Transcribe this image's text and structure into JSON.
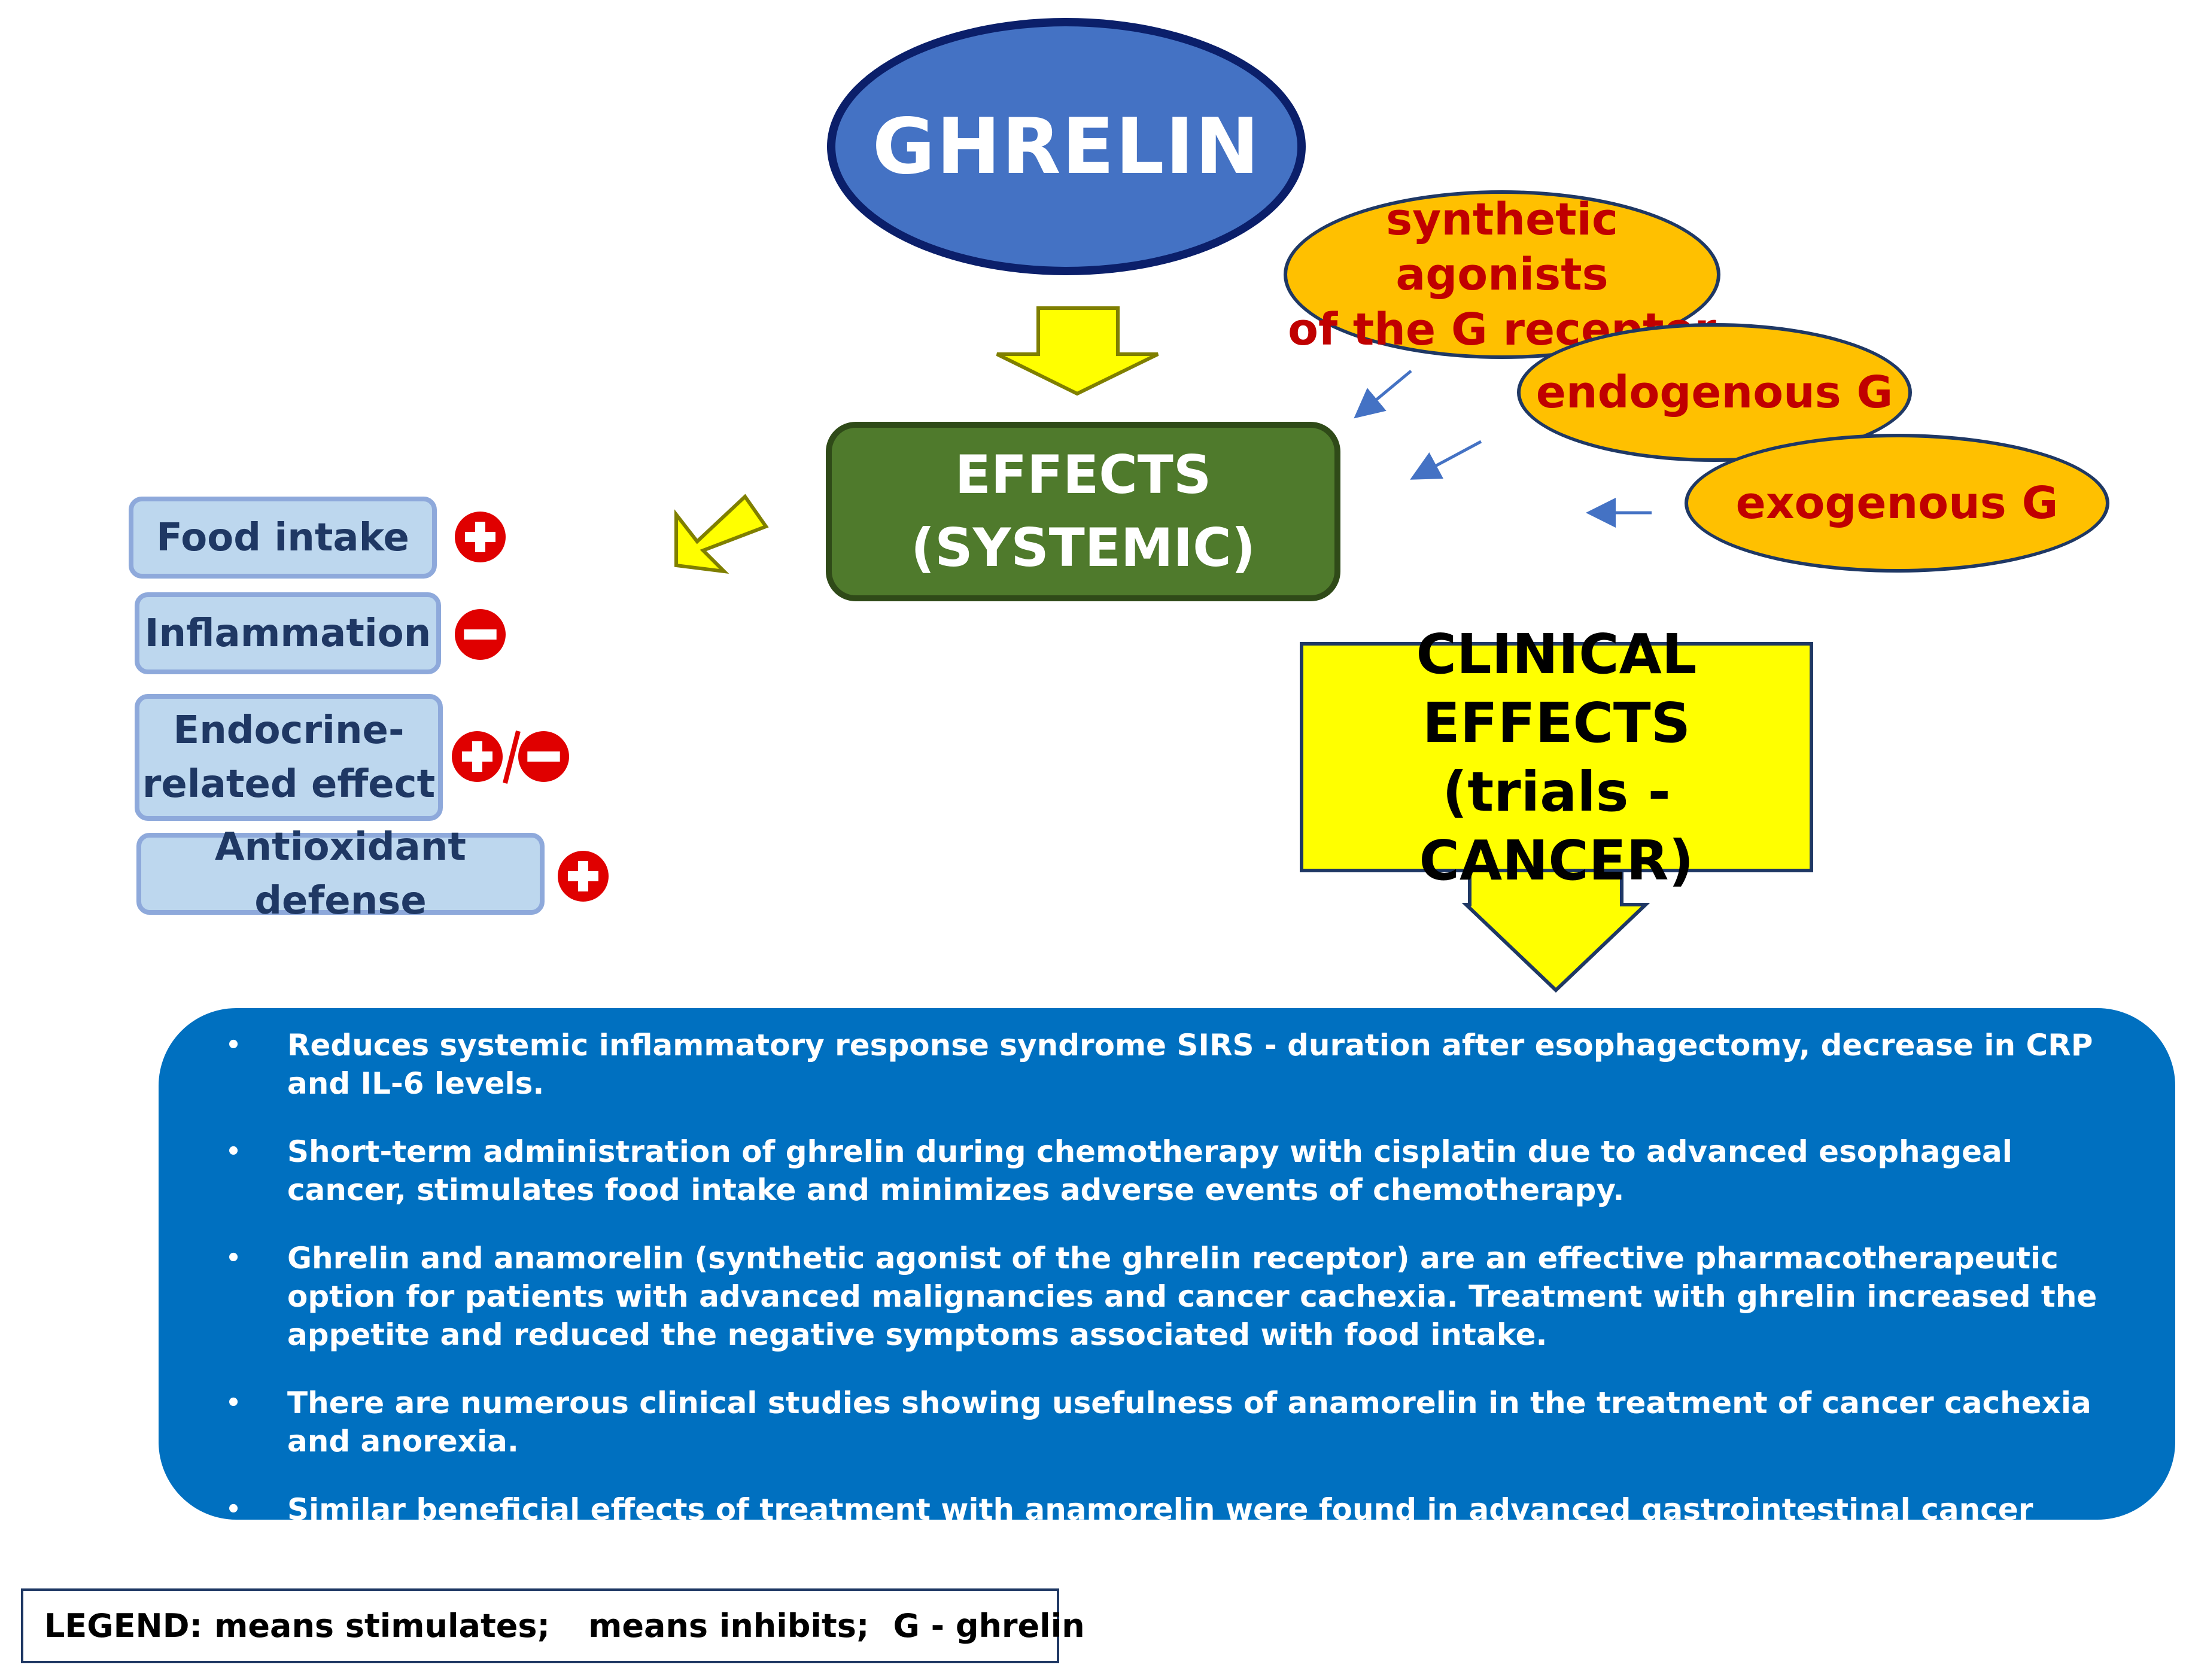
{
  "title": "GHRELIN",
  "effects_box": {
    "line1": "EFFECTS",
    "line2": "(SYSTEMIC)"
  },
  "sources": [
    {
      "line1": "synthetic agonists",
      "line2": "of the G receptor"
    },
    {
      "line1": "endogenous G"
    },
    {
      "line1": "exogenous G"
    }
  ],
  "systemic_effects": [
    {
      "line1": "Food intake",
      "line2": "",
      "sign": "plus"
    },
    {
      "line1": "Inflammation",
      "line2": "",
      "sign": "minus"
    },
    {
      "line1": "Endocrine-",
      "line2": "related effect",
      "sign": "plus/minus"
    },
    {
      "line1": "Antioxidant defense",
      "line2": "",
      "sign": "plus"
    }
  ],
  "clinical_box": {
    "line1": "CLINICAL",
    "line2": "EFFECTS",
    "line3": "(trials - CANCER)"
  },
  "clinical_points": [
    "Reduces  systemic  inflammatory  response  syndrome  SIRS   -  duration after esophagectomy, decrease in CRP and IL-6 levels.",
    "Short-term  administration  of ghrelin  during  chemotherapy with cisplatin  due to advanced esophageal cancer, stimulates food intake and minimizes adverse events of chemotherapy.",
    "Ghrelin and anamorelin (synthetic  agonist  of the ghrelin receptor)  are an effective pharmacotherapeutic option for  patients with advanced malignancies and cancer cachexia. Treatment with ghrelin increased the appetite and reduced the negative symptoms  associated  with food intake.",
    "There are numerous clinical studies  showing  usefulness  of anamorelin in the treatment of cancer cachexia and anorexia.",
    "Similar beneficial effects of treatment with anamorelin were found in advanced gastrointestinal  cancer patients with cancer cachexia."
  ],
  "bullet_char": "•",
  "legend": {
    "label": "LEGEND:",
    "plus_text": "means stimulates;",
    "minus_text": "means inhibits;",
    "g_text": "G - ghrelin"
  },
  "colors": {
    "ghrelin_fill": "#4472c4",
    "effects_fill": "#4f7a2c",
    "source_fill": "#ffc000",
    "source_text": "#c00000",
    "effect_box_fill": "#bdd7ee",
    "clinical_fill": "#ffff00",
    "panel_fill": "#0070c0",
    "sign_red": "#e00000",
    "arrow_yellow": "#ffff00"
  }
}
